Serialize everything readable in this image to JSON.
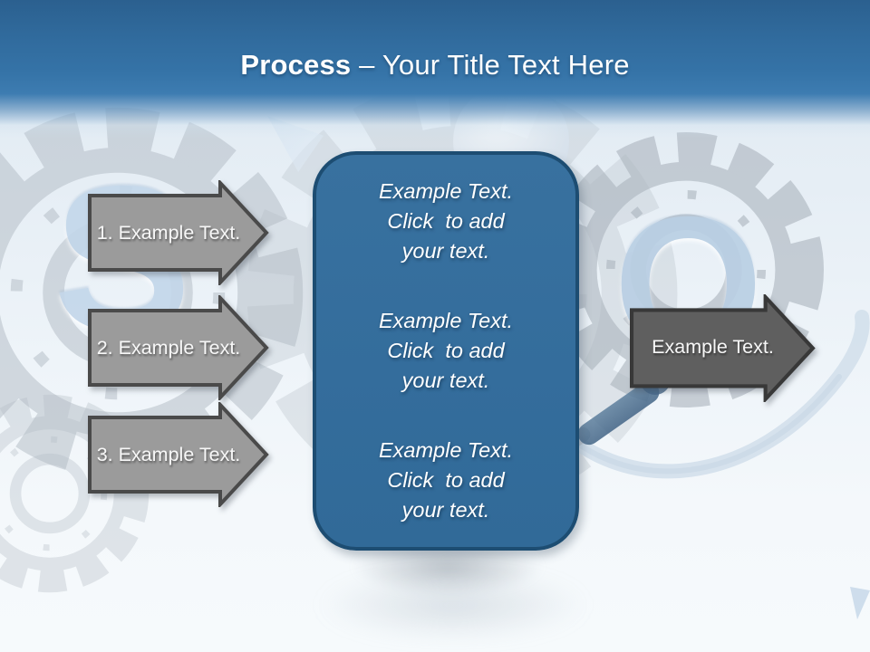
{
  "slide": {
    "title_bold": "Process",
    "title_rest": " – Your Title Text Here"
  },
  "left_arrows": [
    {
      "label": "1. Example Text."
    },
    {
      "label": "2. Example Text."
    },
    {
      "label": "3. Example Text."
    }
  ],
  "right_arrow": {
    "label": "Example Text."
  },
  "center_box": {
    "paragraphs": [
      [
        "Example Text.",
        "Click  to add",
        "your text."
      ],
      [
        "Example Text.",
        "Click  to add",
        "your text."
      ],
      [
        "Example Text.",
        "Click  to add",
        "your text."
      ]
    ]
  },
  "background": {
    "letter_left": "S",
    "letter_right": "O"
  },
  "colors": {
    "header_top": "#2b608f",
    "header_bottom": "#3d7cb1",
    "box_fill": "#346d9c",
    "box_border": "#1d4d72",
    "left_arrow_fill": "#9b9b9b",
    "left_arrow_border": "#4a4a4a",
    "right_arrow_fill": "#5f5f5f",
    "right_arrow_border": "#383838",
    "text": "#ffffff"
  }
}
